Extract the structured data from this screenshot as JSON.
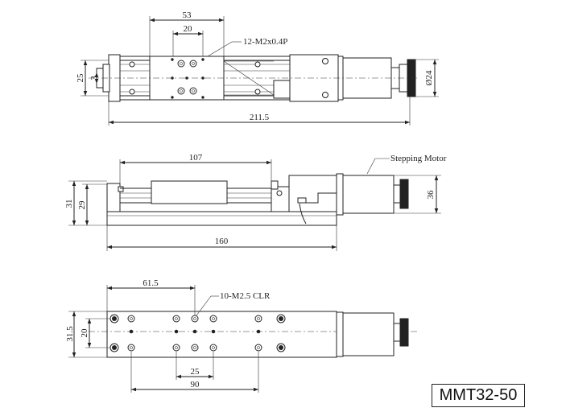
{
  "model": "MMT32-50",
  "top_view": {
    "dims": {
      "d53": "53",
      "d20": "20",
      "d25": "25",
      "d3": "3",
      "d24": "Ø24",
      "d211": "211.5"
    },
    "callout": "12-M2x0.4P"
  },
  "side_view": {
    "dims": {
      "d107": "107",
      "d31": "31",
      "d29": "29",
      "d36": "36",
      "d160": "160"
    },
    "callout": "Stepping Motor"
  },
  "bottom_view": {
    "dims": {
      "d61": "61.5",
      "d315": "31.5",
      "d20": "20",
      "d25": "25",
      "d90": "90"
    },
    "callout": "10-M2.5 CLR"
  }
}
